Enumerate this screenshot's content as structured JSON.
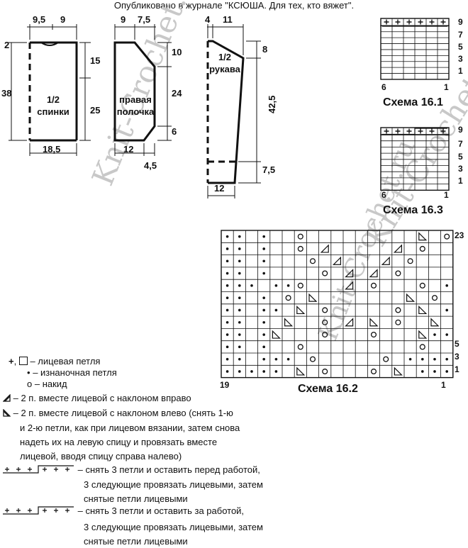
{
  "header": "Опубликовано в журнале \"КСЮША. Для тех, кто вяжет\".",
  "watermarks": [
    "Knit-Crochet.ru",
    "Knit-Crochet.ru",
    "Knit-Crochet.ru"
  ],
  "back": {
    "label1": "1/2",
    "label2": "спинки",
    "top_dims": [
      "9,5",
      "9"
    ],
    "left_dims": [
      "2",
      "38"
    ],
    "right_dims": [
      "15",
      "25"
    ],
    "bottom_dim": "18,5"
  },
  "front": {
    "label1": "правая",
    "label2": "полочка",
    "top_dims": [
      "9",
      "7,5"
    ],
    "right_dims": [
      "10",
      "24",
      "6"
    ],
    "bottom_dims": [
      "12",
      "4,5"
    ]
  },
  "sleeve": {
    "label1": "1/2",
    "label2": "рукава",
    "top_dims": [
      "4",
      "11"
    ],
    "right_dims": [
      "8",
      "42,5",
      "7,5"
    ],
    "bottom_dim": "12"
  },
  "scheme1": {
    "title": "Схема 16.1",
    "row_labels": [
      "9",
      "7",
      "5",
      "3",
      "1"
    ],
    "col_labels": [
      "6",
      "1"
    ]
  },
  "scheme3": {
    "title": "Схема 16.3",
    "row_labels": [
      "9",
      "7",
      "5",
      "3",
      "1"
    ],
    "col_labels": [
      "6",
      "1"
    ]
  },
  "scheme2": {
    "title": "Схема 16.2",
    "row_labels": [
      "23",
      "5",
      "3",
      "1"
    ],
    "col_labels": [
      "19",
      "1"
    ]
  },
  "legend": {
    "knit": "– лицевая петля",
    "purl": "– изнаночная петля",
    "yo": "– накид",
    "k2tog_right": "– 2 п. вместе лицевой с наклоном вправо",
    "k2tog_left": [
      "– 2 п. вместе лицевой с наклоном влево (снять 1-ю",
      "и 2-ю петли, как при лицевом вязании, затем снова",
      "надеть их на левую спицу и провязать вместе",
      "лицевой, вводя спицу справа налево)"
    ],
    "cable_front": [
      "– снять 3 петли и оставить перед работой,",
      "3 следующие провязать лицевыми, затем",
      "снятые петли лицевыми"
    ],
    "cable_back": [
      "– снять 3 петли и оставить за работой,",
      "3 следующие провязать лицевыми, затем",
      "снятые петли лицевыми"
    ]
  }
}
